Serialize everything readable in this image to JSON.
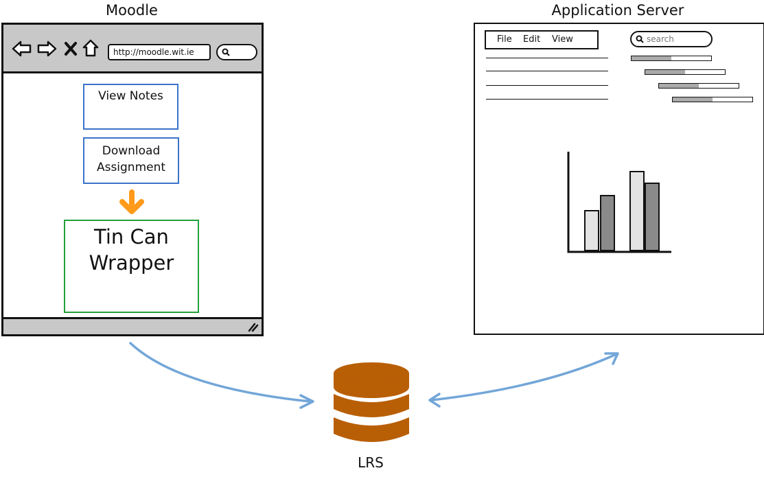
{
  "moodle": {
    "title": "Moodle",
    "url": "http://moodle.wit.ie",
    "buttons": {
      "view_notes": "View Notes",
      "download_line1": "Download",
      "download_line2": "Assignment"
    },
    "wrapper_line1": "Tin Can",
    "wrapper_line2": "Wrapper"
  },
  "app_server": {
    "title": "Application Server",
    "menu": [
      "File",
      "Edit",
      "View"
    ],
    "search_placeholder": "search",
    "progress_fill": [
      0.5,
      0.5,
      0.5,
      0.5
    ]
  },
  "lrs": {
    "label": "LRS"
  },
  "colors": {
    "arrow_blue": "#72a6d8",
    "database": "#b85f06",
    "orange_arrow": "#ff9a1a",
    "wrapper_green": "#22a03a",
    "box_blue": "#3a73c9"
  },
  "icons": [
    "back-arrow-icon",
    "forward-arrow-icon",
    "close-icon",
    "home-icon",
    "search-icon",
    "resize-grip-icon",
    "database-icon"
  ]
}
